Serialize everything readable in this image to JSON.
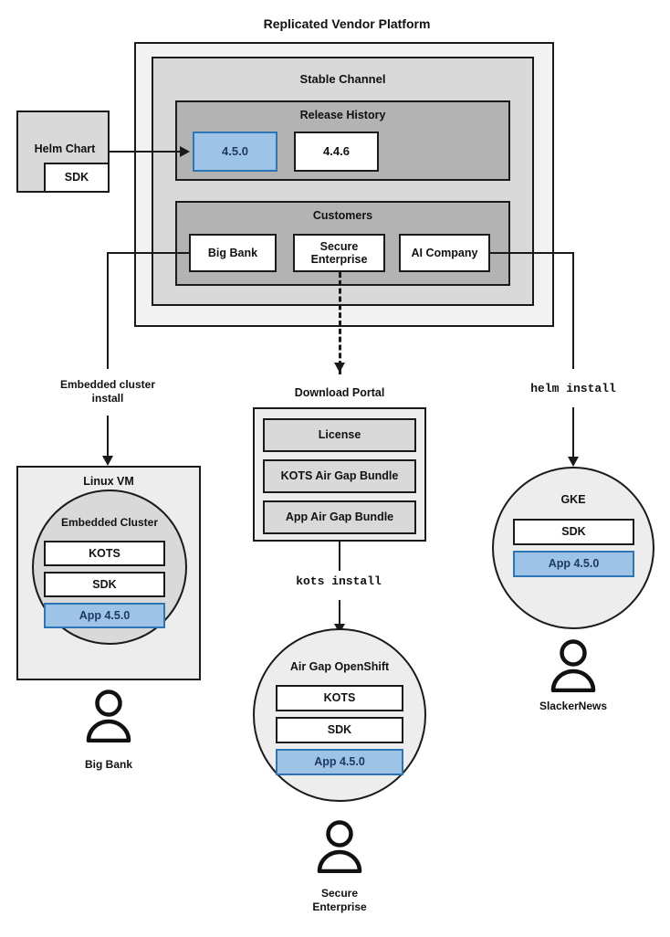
{
  "diagram": {
    "title": "Replicated Vendor Platform",
    "platform": {
      "channel_title": "Stable Channel",
      "release_history": {
        "title": "Release History",
        "releases": [
          {
            "version": "4.5.0",
            "highlighted": true
          },
          {
            "version": "4.4.6",
            "highlighted": false
          }
        ]
      },
      "customers": {
        "title": "Customers",
        "items": [
          {
            "name": "Big Bank"
          },
          {
            "name": "Secure Enterprise"
          },
          {
            "name": "AI Company"
          }
        ]
      }
    },
    "source": {
      "label": "Helm Chart",
      "sub_label": "SDK"
    },
    "flows": [
      {
        "label": "Embedded cluster install",
        "line1": "Embedded cluster",
        "line2": "install",
        "style": "plain"
      },
      {
        "label": "kots install",
        "style": "mono"
      },
      {
        "label": "helm install",
        "style": "mono"
      }
    ],
    "download_portal": {
      "title": "Download Portal",
      "assets": [
        {
          "name": "License"
        },
        {
          "name": "KOTS Air Gap Bundle"
        },
        {
          "name": "App Air Gap Bundle"
        }
      ]
    },
    "targets": [
      {
        "id": "linux-vm",
        "title": "Linux VM",
        "inner_title": "Embedded Cluster",
        "components": [
          {
            "name": "KOTS",
            "highlighted": false
          },
          {
            "name": "SDK",
            "highlighted": false
          },
          {
            "name": "App 4.5.0",
            "highlighted": true
          }
        ],
        "customer": "Big Bank"
      },
      {
        "id": "airgap-openshift",
        "title": "Air Gap OpenShift",
        "components": [
          {
            "name": "KOTS",
            "highlighted": false
          },
          {
            "name": "SDK",
            "highlighted": false
          },
          {
            "name": "App 4.5.0",
            "highlighted": true
          }
        ],
        "customer_line1": "Secure",
        "customer_line2": "Enterprise"
      },
      {
        "id": "gke",
        "title": "GKE",
        "components": [
          {
            "name": "SDK",
            "highlighted": false
          },
          {
            "name": "App 4.5.0",
            "highlighted": true
          }
        ],
        "customer": "SlackerNews"
      }
    ],
    "colors": {
      "highlight_fill": "#9dc3e6",
      "highlight_border": "#2e75b6",
      "highlight_text": "#1f3864",
      "stroke": "#1a1a1a",
      "layer1": "#f2f2f2",
      "layer2": "#d9d9d9",
      "layer3": "#b3b3b3",
      "vm_bg": "#ededed"
    }
  }
}
